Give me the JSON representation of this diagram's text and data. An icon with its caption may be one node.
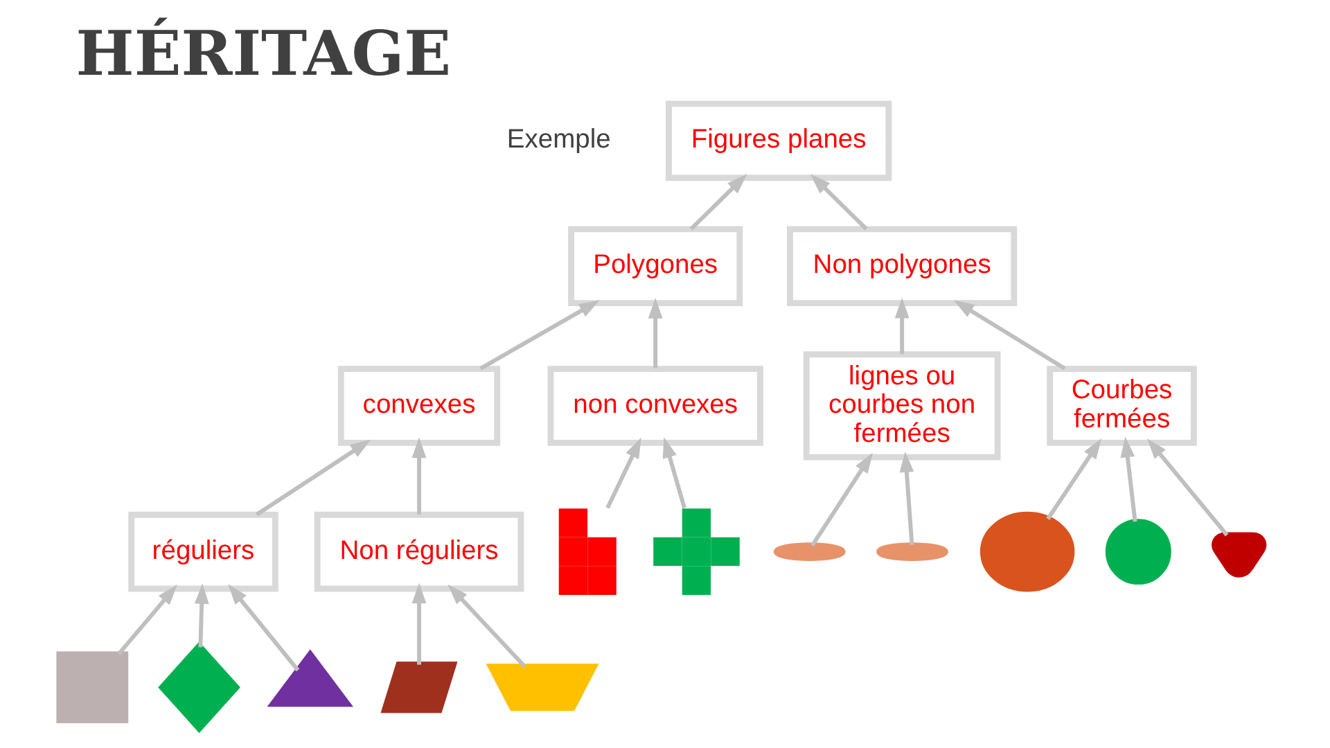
{
  "diagram": {
    "title": "HÉRITAGE",
    "nodes": [
      {
        "text": [
          "Figures planes"
        ]
      },
      {
        "text": [
          "Polygones"
        ]
      },
      {
        "text": [
          "Non polygones"
        ]
      },
      {
        "text": [
          "convexes"
        ]
      },
      {
        "text": [
          "non convexes"
        ]
      },
      {
        "text": [
          "lignes ou courbes non fermées"
        ]
      },
      {
        "text": [
          "Courbes fermées"
        ]
      },
      {
        "text": [
          "réguliers"
        ]
      },
      {
        "text": [
          "Non réguliers"
        ]
      },
      {
        "text": [],
        "shape": "square"
      },
      {
        "text": [],
        "shape": "diamond"
      },
      {
        "text": [],
        "shape": "triangle"
      },
      {
        "text": [],
        "shape": "parallelogram"
      },
      {
        "text": [],
        "shape": "trapezium"
      },
      {
        "text": [],
        "shape": "polygon"
      },
      {
        "text": [],
        "shape": "cross"
      },
      {
        "text": [],
        "shape": "curve"
      },
      {
        "text": [],
        "shape": "curve"
      },
      {
        "text": [],
        "shape": "ellipse"
      },
      {
        "text": [],
        "shape": "circle"
      },
      {
        "text": [],
        "shape": "heart"
      }
    ],
    "edges": [
      {
        "from": 1,
        "to": 0,
        "arrow": "to"
      },
      {
        "from": 2,
        "to": 0,
        "arrow": "to"
      },
      {
        "from": 3,
        "to": 1,
        "arrow": "to"
      },
      {
        "from": 4,
        "to": 1,
        "arrow": "to"
      },
      {
        "from": 5,
        "to": 2,
        "arrow": "to"
      },
      {
        "from": 6,
        "to": 2,
        "arrow": "to"
      },
      {
        "from": 7,
        "to": 3,
        "arrow": "to"
      },
      {
        "from": 8,
        "to": 3,
        "arrow": "to"
      },
      {
        "from": 9,
        "to": 7,
        "arrow": "to"
      },
      {
        "from": 10,
        "to": 7,
        "arrow": "to"
      },
      {
        "from": 11,
        "to": 7,
        "arrow": "to"
      },
      {
        "from": 12,
        "to": 8,
        "arrow": "to"
      },
      {
        "from": 13,
        "to": 8,
        "arrow": "to"
      },
      {
        "from": 14,
        "to": 4,
        "arrow": "to"
      },
      {
        "from": 15,
        "to": 4,
        "arrow": "to"
      },
      {
        "from": 16,
        "to": 5,
        "arrow": "to"
      },
      {
        "from": 17,
        "to": 5,
        "arrow": "to"
      },
      {
        "from": 18,
        "to": 6,
        "arrow": "to"
      },
      {
        "from": 19,
        "to": 6,
        "arrow": "to"
      },
      {
        "from": 20,
        "to": 6,
        "arrow": "to"
      }
    ],
    "labels": [
      "Exemple"
    ]
  }
}
